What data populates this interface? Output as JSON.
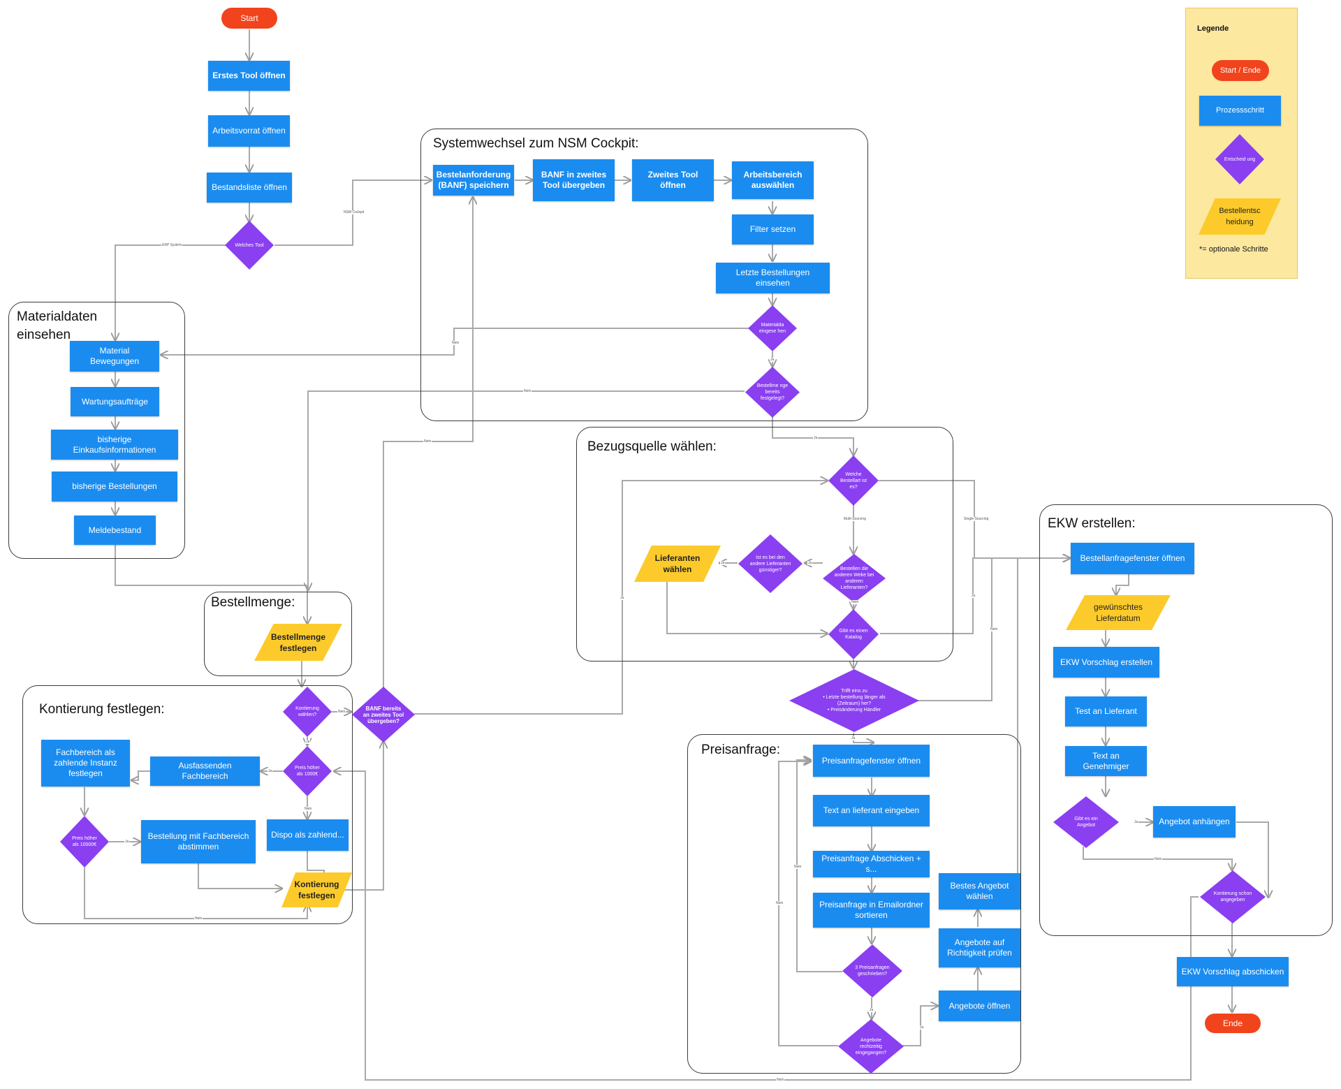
{
  "groups": {
    "systemwechsel": "Systemwechsel zum NSM Cockpit:",
    "materialdaten": "Materialdaten einsehen",
    "bestellmenge": "Bestellmenge:",
    "kontierung": "Kontierung festlegen:",
    "bezugsquelle": "Bezugsquelle wählen:",
    "preisanfrage": "Preisanfrage:",
    "ekw": "EKW erstellen:"
  },
  "nodes": {
    "start": "Start",
    "erstes_tool": "Erstes Tool öffnen",
    "arbeitsvorrat": "Arbeitsvorrat öffnen",
    "bestandsliste": "Bestandsliste öffnen",
    "welches_tool": "Welches Tool",
    "banf_speichern": "Bestelanforderung (BANF) speichern",
    "banf_uebergeben": "BANF in zweites Tool übergeben",
    "zweites_tool": "Zweites Tool öffnen",
    "arbeitsbereich": "Arbeitsbereich auswählen",
    "filter": "Filter setzen",
    "letzte_bestellungen": "Letzte Bestellungen einsehen",
    "materialdaten_dec": "Materialda eingese hen",
    "bestellmenge_dec": "Bestellme nge bereits festgelegt?",
    "material_bewegungen": "Material Bewegungen",
    "wartungsauftraege": "Wartungsaufträge",
    "einkaufsinfo": "bisherige Einkaufsinformationen",
    "bisherige_bestellungen": "bisherige Bestellungen",
    "meldebestand": "Meldebestand",
    "bestellmenge_festlegen": "Bestellmenge festlegen",
    "kontierung_dec": "Kontierung wählen?",
    "banf_bereits": "BANF bereits an zweites Tool übergeben?",
    "preis_1000": "Preis höher als 1000€",
    "ausfassenden": "Ausfassenden Fachbereich",
    "fachbereich_zahlende": "Fachbereich als zahlende Instanz festlegen",
    "preis_10000": "Preis höher als 10000€",
    "bestellung_fachbereich": "Bestellung mit Fachbereich abstimmen",
    "dispo": "Dispo als zahlend...",
    "kontierung_festlegen": "Kontierung festlegen",
    "welche_bestellart": "Welche Bestellart ist es?",
    "bestellen_weke": "Bestellen die anderen Weke bei anderen Lieferanten?",
    "ist_es_bei": "Ist es bei den andere Lieferanten günstiger?",
    "lieferanten_waehlen": "Lieferanten wählen",
    "gibt_katalog": "Gibt es einen Katalog",
    "trifft_eins": "Trifft eins zu\n• Letzte bestellung länger als (Zeitraum) her?\n• Preisänderung Händler",
    "preisanfragefenster": "Preisanfragefenster öffnen",
    "text_lieferant": "Text an lieferant eingeben",
    "preisanfrage_abschicken": "Preisanfrage Abschicken + s...",
    "preisanfrage_sortieren": "Preisanfrage in Emailordner sortieren",
    "drei_preisanfragen": "3 Preisanfragen geschrieben?",
    "angebote_rechtzeitig": "Angebote rechtzeitig eingegangen?",
    "angebote_oeffnen": "Angebote öffnen",
    "angebote_pruefen": "Angebote auf Richtigkeit prüfen",
    "bestes_angebot": "Bestes Angebot wählen",
    "bestellanfragefenster": "Bestellanfragefenster öffnen",
    "lieferdatum": "gewünschtes Lieferdatum",
    "ekw_vorschlag_erstellen": "EKW Vorschlag erstellen",
    "test_lieferant": "Test an Lieferant",
    "text_genehmiger": "Text an Genehmiger",
    "gibt_angebot": "Gibt es ein Angebot",
    "angebot_anhaengen": "Angebot anhängen",
    "kontierung_schon": "Kontierung schon angegeben",
    "ekw_abschicken": "EKW Vorschlag abschicken",
    "ende": "Ende"
  },
  "edge_labels": {
    "erp": "ERP System",
    "nsm": "NSM Cockpit",
    "nein1": "Nein",
    "ja1": "Ja",
    "nein2": "Nein",
    "ja2": "Ja",
    "nein3": "Nein",
    "ja3": "Ja",
    "ja4": "Ja",
    "nein4": "Nein",
    "ja5": "Ja",
    "nein5": "Nein",
    "multi": "Multi-Sourcing",
    "single": "Single-Sourcing",
    "ja6": "Ja",
    "nein6": "Nein",
    "ja7": "Ja",
    "ja8": "Ja",
    "nein7": "Nein",
    "ja9": "Ja",
    "nein8": "Nein",
    "ja10": "Ja",
    "nein9": "Nein",
    "ja11": "Ja",
    "nein10": "Nein",
    "ja12": "Ja",
    "nein11": "Nein",
    "ja13": "Ja",
    "nein12": "Nein"
  },
  "legend": {
    "title": "Legende",
    "start_ende": "Start / Ende",
    "prozessschritt": "Prozessschritt",
    "entscheidung": "Entscheid ung",
    "bestellentscheidung": "Bestellentsc heidung",
    "optional": "*= optionale Schritte"
  },
  "colors": {
    "process": "#1a8cf0",
    "terminal": "#f1441c",
    "decision": "#8a3ff0",
    "parallelogram": "#fccb2b",
    "legend_bg": "#fde8a0",
    "connector": "#a9a9a9"
  }
}
